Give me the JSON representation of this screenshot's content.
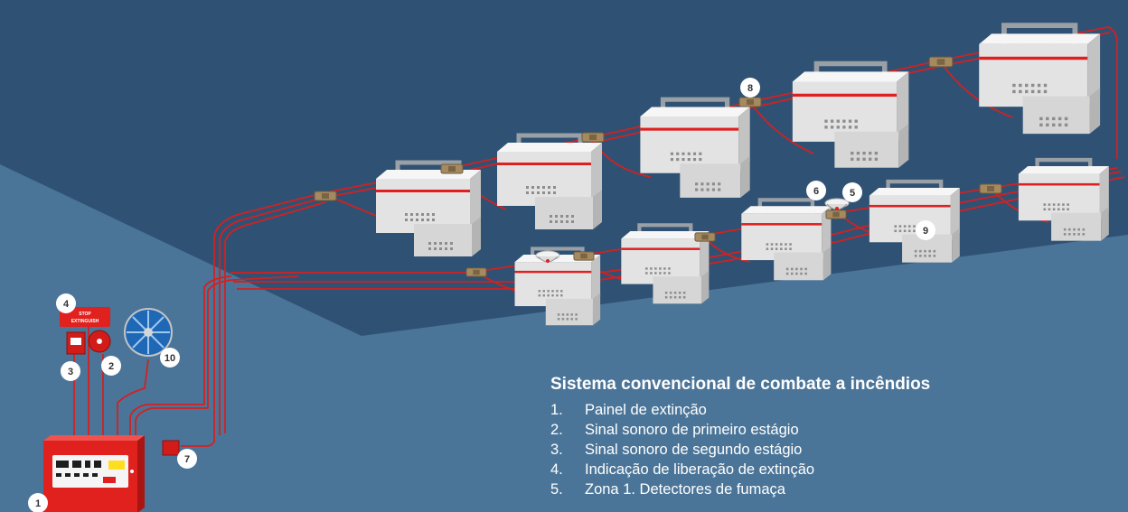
{
  "colors": {
    "wall": "#4b7598",
    "ceiling": "#2f5274",
    "cable": "#d42020",
    "panel": "#e0211e",
    "badge": "#ffffff"
  },
  "signage": {
    "line1": "STOP",
    "line2": "EXTINGUISH"
  },
  "callouts": [
    "1",
    "2",
    "3",
    "4",
    "5",
    "6",
    "7",
    "8",
    "9",
    "10"
  ],
  "legend": {
    "title": "Sistema convencional de combate a incêndios",
    "items": [
      {
        "num": "1.",
        "label": "Painel de extinção"
      },
      {
        "num": "2.",
        "label": "Sinal sonoro de primeiro estágio"
      },
      {
        "num": "3.",
        "label": "Sinal sonoro de segundo estágio"
      },
      {
        "num": "4.",
        "label": "Indicação de liberação de extinção"
      },
      {
        "num": "5.",
        "label": "Zona 1. Detectores de fumaça"
      }
    ]
  }
}
